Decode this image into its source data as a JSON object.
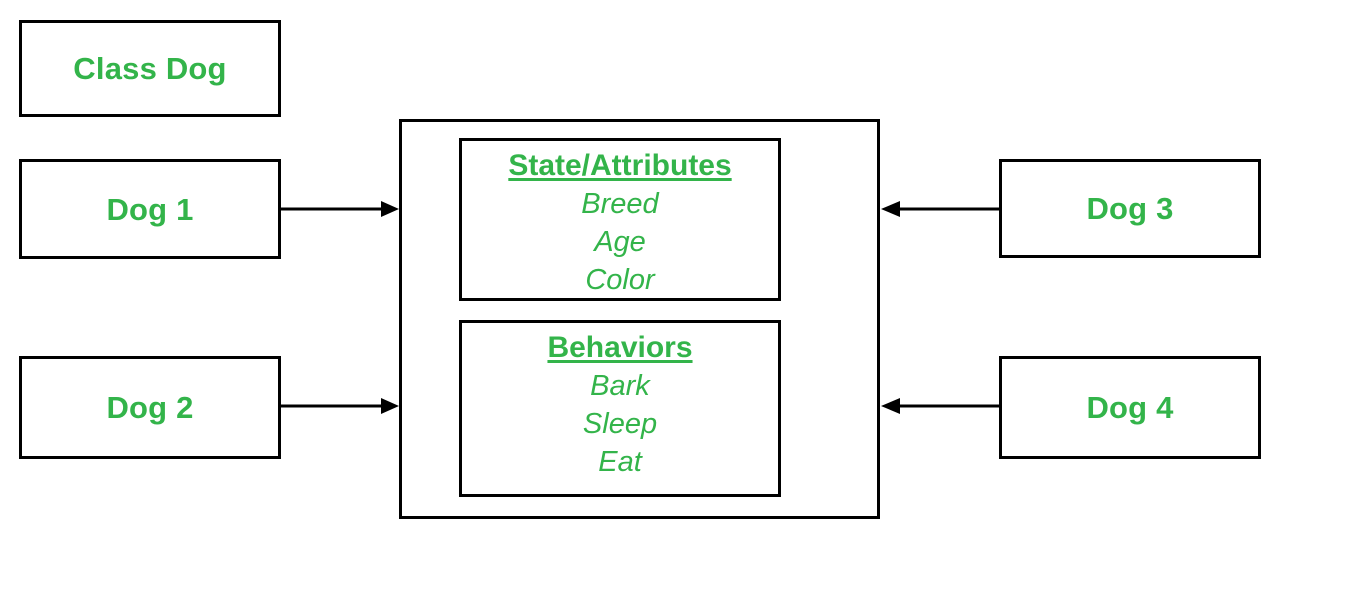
{
  "diagram": {
    "title_box": {
      "label": "Class Dog"
    },
    "instances_left": [
      {
        "label": "Dog 1"
      },
      {
        "label": "Dog 2"
      }
    ],
    "instances_right": [
      {
        "label": "Dog 3"
      },
      {
        "label": "Dog 4"
      }
    ],
    "class_container": {
      "sections": [
        {
          "title": "State/Attributes",
          "items": [
            "Breed",
            "Age",
            "Color"
          ]
        },
        {
          "title": "Behaviors",
          "items": [
            "Bark",
            "Sleep",
            "Eat"
          ]
        }
      ]
    },
    "connectors": [
      {
        "name": "dog1-to-class",
        "direction": "right"
      },
      {
        "name": "dog2-to-class",
        "direction": "right"
      },
      {
        "name": "dog3-to-class",
        "direction": "left"
      },
      {
        "name": "dog4-to-class",
        "direction": "left"
      }
    ],
    "colors": {
      "text_green": "#33b44a",
      "stroke_black": "#000000",
      "background": "#ffffff"
    }
  }
}
